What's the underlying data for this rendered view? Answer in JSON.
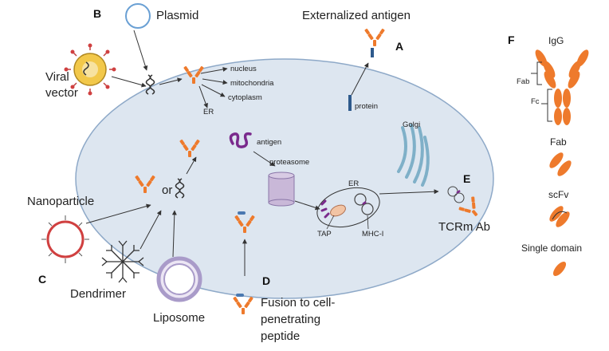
{
  "colors": {
    "cell": "#dde6f0",
    "cell_stroke": "#8ea9c8",
    "antibody": "#ee7a2c",
    "dna": "#333333",
    "protein": "#2e5a8c",
    "antigen": "#7a2a8c",
    "proteasome": "#c9b8d8",
    "golgi": "#9fc7d8",
    "plasmid": "#6aa0d4",
    "viral_red": "#d04040",
    "liposome": "#a99bc9"
  },
  "labels": {
    "plasmid": "Plasmid",
    "externalized_antigen": "Externalized antigen",
    "viral_vector": [
      "Viral",
      "vector"
    ],
    "nucleus": "nucleus",
    "mitochondria": "mitochondria",
    "cytoplasm": "cytoplasm",
    "er_small": "ER",
    "protein": "protein",
    "antigen": "antigen",
    "proteasome": "proteasome",
    "golgi": "Golgi",
    "er": "ER",
    "tap": "TAP",
    "mhc": "MHC-I",
    "or": "or",
    "nanoparticle": "Nanoparticle",
    "dendrimer": "Dendrimer",
    "liposome": "Liposome",
    "tcrm": "TCRm Ab",
    "fusion": [
      "Fusion to cell-",
      "penetrating",
      "peptide"
    ],
    "igg": "IgG",
    "fab_label": "Fab",
    "fc_label": "Fc",
    "fab": "Fab",
    "scfv": "scFv",
    "single_domain": "Single domain"
  },
  "letters": {
    "a": "A",
    "b": "B",
    "c": "C",
    "d": "D",
    "e": "E",
    "f": "F"
  }
}
